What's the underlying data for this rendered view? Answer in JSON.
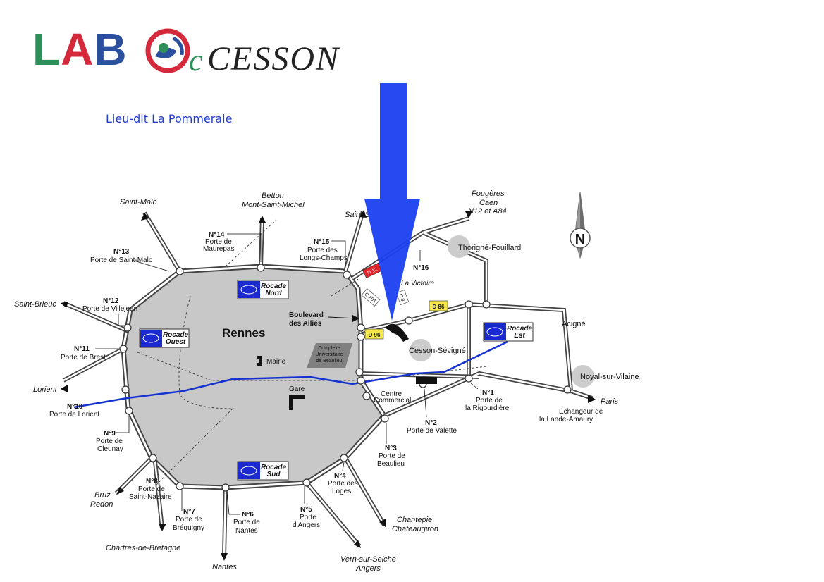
{
  "logo": {
    "part1": "LAB",
    "part2": "c",
    "part3": "CESSON"
  },
  "subtitle": "Lieu-dit La Pommeraie",
  "city": "Rennes",
  "rocades": {
    "nord": [
      "Rocade",
      "Nord"
    ],
    "ouest": [
      "Rocade",
      "Ouest"
    ],
    "sud": [
      "Rocade",
      "Sud"
    ],
    "est": [
      "Rocade",
      "Est"
    ]
  },
  "exits": {
    "n1": {
      "num": "N°1",
      "name": [
        "Porte de",
        "la Rigourdière"
      ]
    },
    "n2": {
      "num": "N°2",
      "name": [
        "Porte de Valette"
      ]
    },
    "n3": {
      "num": "N°3",
      "name": [
        "Porte de",
        "Beaulieu"
      ]
    },
    "n4": {
      "num": "N°4",
      "name": [
        "Porte des",
        "Loges"
      ]
    },
    "n5": {
      "num": "N°5",
      "name": [
        "Porte",
        "d'Angers"
      ]
    },
    "n6": {
      "num": "N°6",
      "name": [
        "Porte de",
        "Nantes"
      ]
    },
    "n7": {
      "num": "N°7",
      "name": [
        "Porte de",
        "Bréquigny"
      ]
    },
    "n8": {
      "num": "N°8",
      "name": [
        "Porte de",
        "Saint-Nazaire"
      ]
    },
    "n9": {
      "num": "N°9",
      "name": [
        "Porte de",
        "Cleunay"
      ]
    },
    "n10": {
      "num": "N°10",
      "name": [
        "Porte de Lorient"
      ]
    },
    "n11": {
      "num": "N°11",
      "name": [
        "Porte de Brest"
      ]
    },
    "n12": {
      "num": "N°12",
      "name": [
        "Porte de Villejean"
      ]
    },
    "n13": {
      "num": "N°13",
      "name": [
        "Porte de Saint-Malo"
      ]
    },
    "n14": {
      "num": "N°14",
      "name": [
        "Porte de",
        "Maurepas"
      ]
    },
    "n15": {
      "num": "N°15",
      "name": [
        "Porte des",
        "Longs-Champs"
      ]
    },
    "n16": {
      "num": "N°16"
    }
  },
  "destinations": {
    "saint_malo": "Saint-Malo",
    "betton": [
      "Betton",
      "Mont-Saint-Michel"
    ],
    "saint_sulpice": "Saint-S",
    "fougeres": [
      "Fougères",
      "Caen",
      "N12 et A84"
    ],
    "saint_brieuc": "Saint-Brieuc",
    "lorient": "Lorient",
    "bruz": [
      "Bruz",
      "Redon"
    ],
    "chartres": "Chartres-de-Bretagne",
    "nantes": "Nantes",
    "vern": [
      "Vern-sur-Seiche",
      "Angers"
    ],
    "chantepie": [
      "Chantepie",
      "Chateaugiron"
    ],
    "paris": "Paris"
  },
  "towns": {
    "thorigne": "Thorigné-Fouillard",
    "cesson": "Cesson-Sévigné",
    "noyal": "Noyal-sur-Vilaine",
    "acigne": "Acigné",
    "la_victoire": "La Victoire"
  },
  "places": {
    "boulevard": [
      "Boulevard",
      "des Alliés"
    ],
    "mairie": "Mairie",
    "gare": "Gare",
    "complexe": [
      "Complexe",
      "Universitaire",
      "de Beaulieu"
    ],
    "centre": [
      "Centre",
      "Commercial"
    ],
    "echangeur": [
      "Echangeur de",
      "la Lande-Amaury"
    ]
  },
  "road_signs": {
    "n12": "N 12",
    "d86": "D 86",
    "d96": "D 96",
    "c201": "C 201",
    "c3": "C 3"
  },
  "compass": "N",
  "colors": {
    "arrow": "#1a3ff0",
    "metro_line": "#1532d0",
    "city_fill": "#c8c8c8",
    "town_circle": "#cccccc",
    "sign_red": "#e0242a",
    "sign_yellow": "#f5e64a"
  }
}
